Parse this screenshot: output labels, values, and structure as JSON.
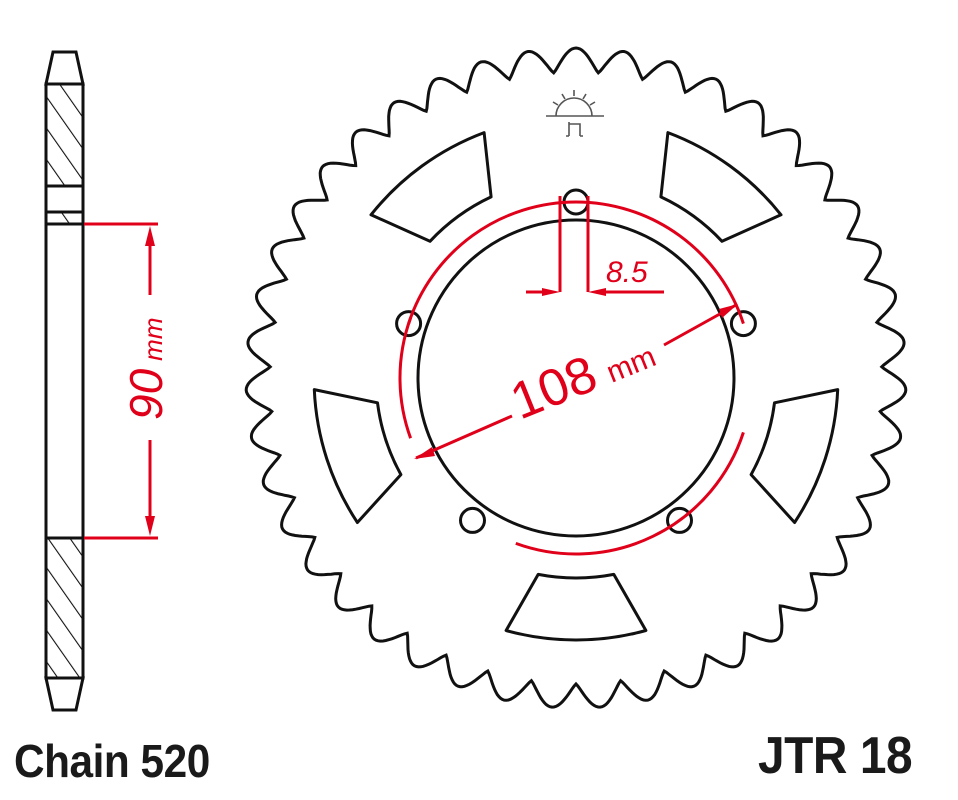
{
  "labels": {
    "chain": "Chain 520",
    "part_number": "JTR 18"
  },
  "dimensions": {
    "side_height_value": "90",
    "side_height_unit": "mm",
    "pcd_value": "108",
    "pcd_unit": "mm",
    "bolt_hole_value": "8.5"
  },
  "sprocket": {
    "teeth": 43,
    "bolt_holes": 5,
    "lightening_slots": 5
  },
  "colors": {
    "outline": "#111111",
    "dimension": "#e0001a",
    "logo": "#555555"
  },
  "icons": {
    "logo": "jt-sunrise-logo-icon"
  }
}
